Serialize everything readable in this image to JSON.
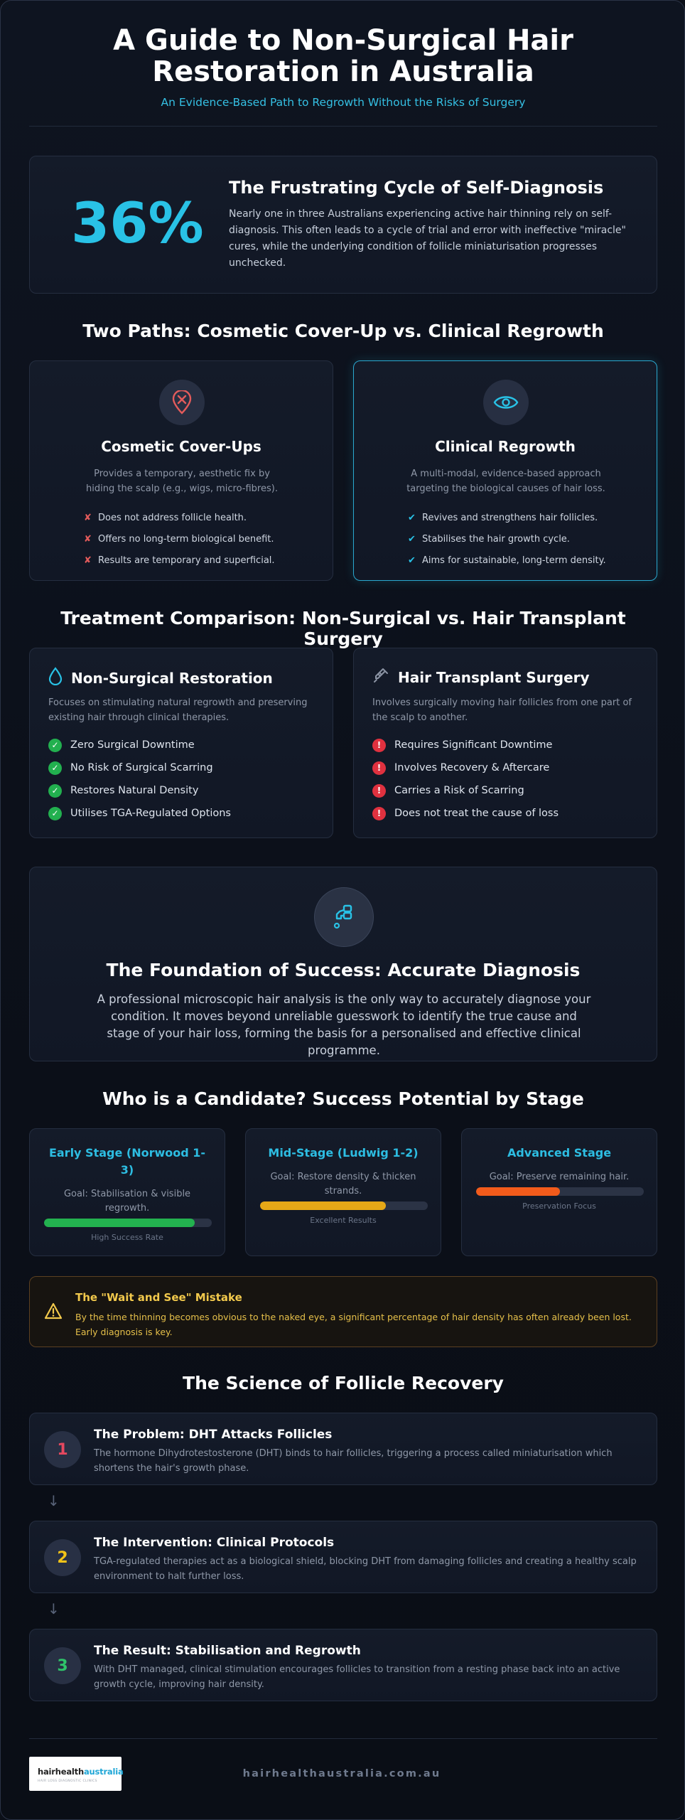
{
  "header": {
    "title": "A Guide to Non-Surgical Hair Restoration in Australia",
    "subtitle": "An Evidence-Based Path to Regrowth Without the Risks of Surgery"
  },
  "stat": {
    "value": "36%",
    "title": "The Frustrating Cycle of Self-Diagnosis",
    "description": "Nearly one in three Australians experiencing active hair thinning rely on self-diagnosis. This often leads to a cycle of trial and error with ineffective \"miracle\" cures, while the underlying condition of follicle miniaturisation progresses unchecked."
  },
  "two_paths": {
    "title": "Two Paths: Cosmetic Cover-Up vs. Clinical Regrowth",
    "cosmetic": {
      "icon": "pin-x-icon",
      "title": "Cosmetic Cover-Ups",
      "description": "Provides a temporary, aesthetic fix by hiding the scalp (e.g., wigs, micro-fibres).",
      "items": [
        "Does not address follicle health.",
        "Offers no long-term biological benefit.",
        "Results are temporary and superficial."
      ],
      "marker": "✘",
      "marker_color": "#e35b5b"
    },
    "clinical": {
      "icon": "eye-icon",
      "title": "Clinical Regrowth",
      "description": "A multi-modal, evidence-based approach targeting the biological causes of hair loss.",
      "items": [
        "Revives and strengthens hair follicles.",
        "Stabilises the hair growth cycle.",
        "Aims for sustainable, long-term density."
      ],
      "marker": "✔",
      "marker_color": "#29c2e6"
    }
  },
  "comparison": {
    "title": "Treatment Comparison: Non-Surgical vs. Hair Transplant Surgery",
    "non_surgical": {
      "icon": "droplet-icon",
      "title": "Non-Surgical Restoration",
      "description": "Focuses on stimulating natural regrowth and preserving existing hair through clinical therapies.",
      "items": [
        "Zero Surgical Downtime",
        "No Risk of Surgical Scarring",
        "Restores Natural Density",
        "Utilises TGA-Regulated Options"
      ],
      "marker": "✓"
    },
    "surgery": {
      "icon": "syringe-icon",
      "title": "Hair Transplant Surgery",
      "description": "Involves surgically moving hair follicles from one part of the scalp to another.",
      "items": [
        "Requires Significant Downtime",
        "Involves Recovery & Aftercare",
        "Carries a Risk of Scarring",
        "Does not treat the cause of loss"
      ],
      "marker": "!"
    }
  },
  "foundation": {
    "icon": "microscope-icon",
    "title": "The Foundation of Success: Accurate Diagnosis",
    "description": "A professional microscopic hair analysis is the only way to accurately diagnose your condition. It moves beyond unreliable guesswork to identify the true cause and stage of your hair loss, forming the basis for a personalised and effective clinical programme."
  },
  "stages": {
    "title": "Who is a Candidate? Success Potential by Stage",
    "items": [
      {
        "name": "Early Stage (Norwood 1-3)",
        "goal": "Goal: Stabilisation & visible regrowth.",
        "level": 0.9,
        "color": "#23b24f",
        "label": "High Success Rate"
      },
      {
        "name": "Mid-Stage (Ludwig 1-2)",
        "goal": "Goal: Restore density & thicken strands.",
        "level": 0.75,
        "color": "#e6a817",
        "label": "Excellent Results"
      },
      {
        "name": "Advanced Stage",
        "goal": "Goal: Preserve remaining hair.",
        "level": 0.5,
        "color": "#f25b1b",
        "label": "Preservation Focus"
      }
    ]
  },
  "warning": {
    "icon": "warning-icon",
    "title": "The \"Wait and See\" Mistake",
    "description": "By the time thinning becomes obvious to the naked eye, a significant percentage of hair density has often already been lost. Early diagnosis is key."
  },
  "science": {
    "title": "The Science of Follicle Recovery",
    "steps": [
      {
        "number": "1",
        "color": "#e5485f",
        "title": "The Problem: DHT Attacks Follicles",
        "description": "The hormone Dihydrotestosterone (DHT) binds to hair follicles, triggering a process called miniaturisation which shortens the hair's growth phase."
      },
      {
        "number": "2",
        "color": "#f2c318",
        "title": "The Intervention: Clinical Protocols",
        "description": "TGA-regulated therapies act as a biological shield, blocking DHT from damaging follicles and creating a healthy scalp environment to halt further loss."
      },
      {
        "number": "3",
        "color": "#2fc36a",
        "title": "The Result: Stabilisation and Regrowth",
        "description": "With DHT managed, clinical stimulation encourages follicles to transition from a resting phase back into an active growth cycle, improving hair density."
      }
    ],
    "arrow": "↓"
  },
  "footer": {
    "logo_a": "hair",
    "logo_b": "health",
    "logo_c": "australia",
    "logo_tagline": "HAIR LOSS DIAGNOSTIC CLINICS",
    "website": "hairhealthaustralia.com.au"
  }
}
